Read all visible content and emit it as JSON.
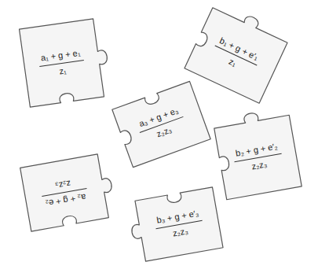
{
  "diagram": {
    "nodes": [
      {
        "text": [
          "a₁ + g + e₁",
          "z₁"
        ]
      },
      {
        "text": [
          "b₁ + g + e′₁",
          "z₁"
        ]
      },
      {
        "text": [
          "a₃ + g + e₃",
          "z₂z₃"
        ]
      },
      {
        "text": [
          "b₂ + g + e′₂",
          "z₂z₃"
        ]
      },
      {
        "text": [
          "a₂ + g + e₂",
          "z₂z₃"
        ]
      },
      {
        "text": [
          "b₃ + g + e′₃",
          "z₂z₃"
        ]
      }
    ]
  }
}
